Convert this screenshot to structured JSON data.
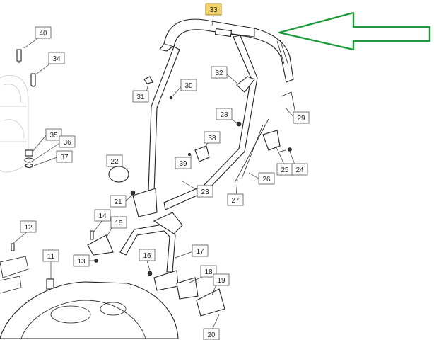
{
  "callouts": {
    "c40": "40",
    "c34": "34",
    "c33": "33",
    "c32": "32",
    "c31": "31",
    "c30": "30",
    "c29": "29",
    "c28": "28",
    "c38": "38",
    "c39": "39",
    "c35": "35",
    "c36": "36",
    "c37": "37",
    "c22": "22",
    "c23": "23",
    "c21": "21",
    "c25": "25",
    "c24": "24",
    "c26": "26",
    "c27": "27",
    "c14": "14",
    "c15": "15",
    "c12": "12",
    "c13": "13",
    "c16": "16",
    "c17": "17",
    "c11": "11",
    "c18": "18",
    "c19": "19",
    "c20": "20"
  },
  "colors": {
    "arrow": "#1f9a3a",
    "highlight": "#f3d36b",
    "line": "#222222"
  }
}
